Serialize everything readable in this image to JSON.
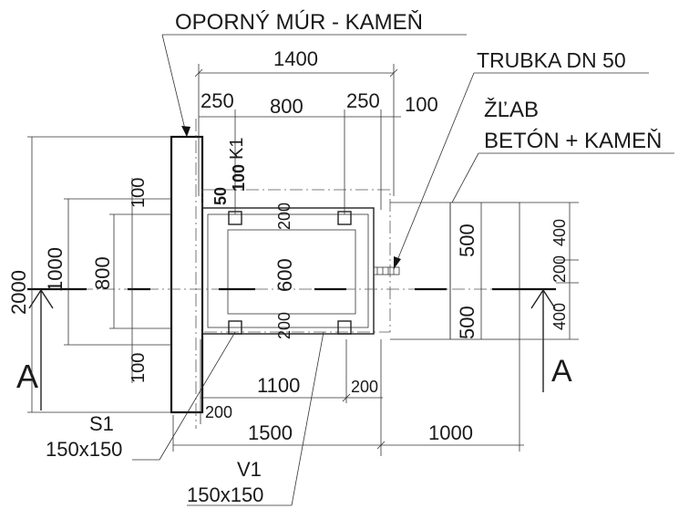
{
  "labels": {
    "wall": "OPORNÝ MÚR - KAMEŇ",
    "pipe": "TRUBKA DN 50",
    "gutter_1": "ŽĽAB",
    "gutter_2": "BETÓN + KAMEŇ",
    "k1": "K1",
    "s1": "S1",
    "s1_size": "150x150",
    "v1": "V1",
    "v1_size": "150x150",
    "section_a_left": "A",
    "section_a_right": "A"
  },
  "dimensions": {
    "d1400": "1400",
    "d250a": "250",
    "d800top": "800",
    "d250b": "250",
    "d100top": "100",
    "d50": "50",
    "d100k": "100",
    "d2000": "2000",
    "d1000left": "1000",
    "d800left": "800",
    "d100upper": "100",
    "d100lower": "100",
    "d200a": "200",
    "d600": "600",
    "d200b": "200",
    "d500a": "500",
    "d500b": "500",
    "d400a": "400",
    "d200r": "200",
    "d400b": "400",
    "d1100": "1100",
    "d200c": "200",
    "d200d": "200",
    "d1500": "1500",
    "d1000bottom": "1000"
  }
}
